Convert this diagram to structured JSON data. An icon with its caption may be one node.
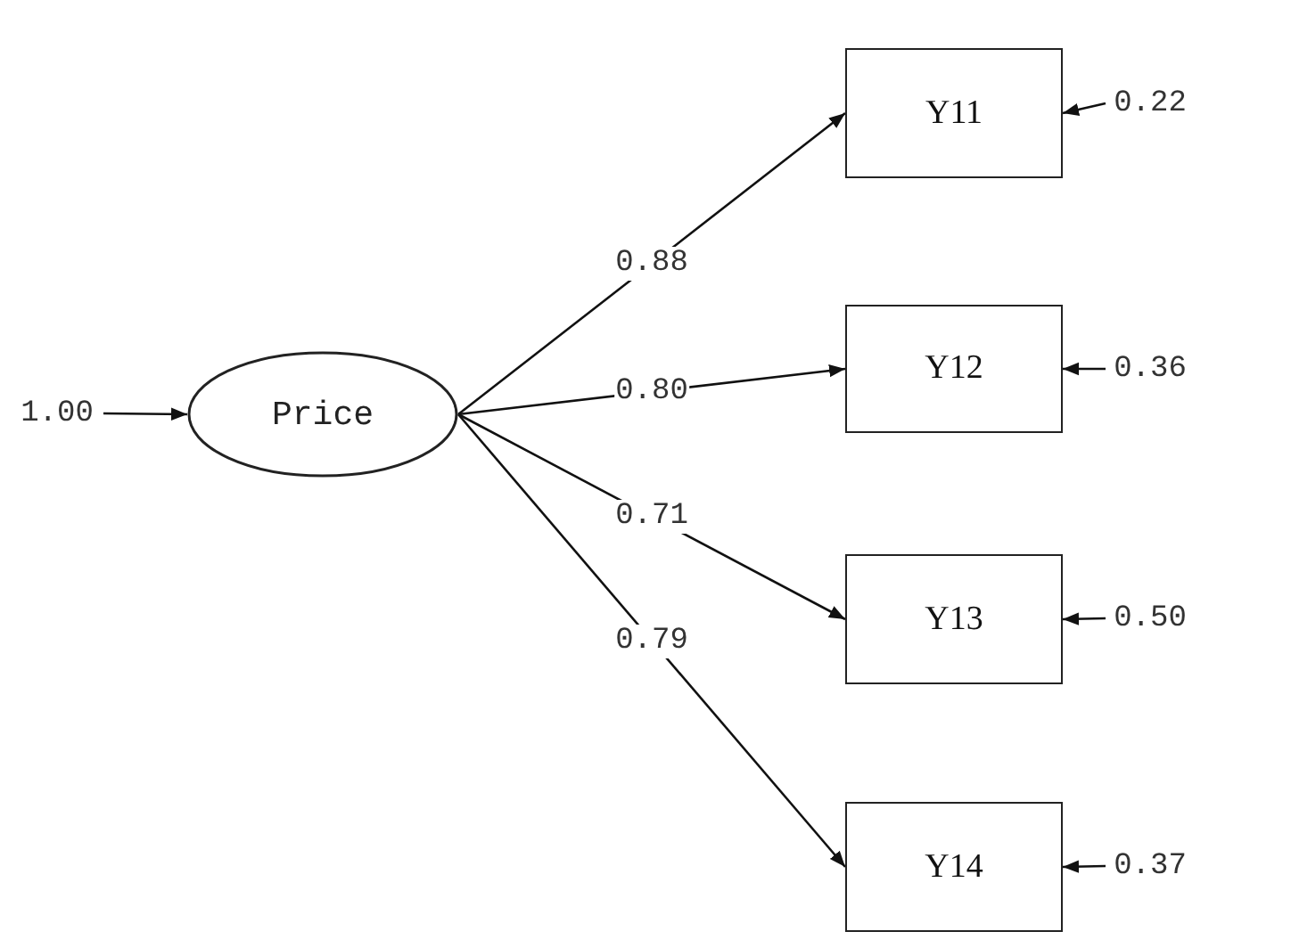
{
  "diagram": {
    "nodes": [
      {
        "text": [
          "Price"
        ]
      },
      {
        "text": [
          "Y11"
        ]
      },
      {
        "text": [
          "Y12"
        ]
      },
      {
        "text": [
          "Y13"
        ]
      },
      {
        "text": [
          "Y14"
        ]
      },
      {
        "text": [
          "1.00"
        ]
      },
      {
        "text": [
          "0.22"
        ]
      },
      {
        "text": [
          "0.36"
        ]
      },
      {
        "text": [
          "0.50"
        ]
      },
      {
        "text": [
          "0.37"
        ]
      }
    ],
    "edges": [
      {
        "from": 0,
        "to": 1,
        "arrow": "to",
        "label": "0.88"
      },
      {
        "from": 0,
        "to": 2,
        "arrow": "to",
        "label": "0.80"
      },
      {
        "from": 0,
        "to": 3,
        "arrow": "to",
        "label": "0.71"
      },
      {
        "from": 0,
        "to": 4,
        "arrow": "to",
        "label": "0.79"
      },
      {
        "from": 5,
        "to": 0,
        "arrow": "to"
      },
      {
        "from": 6,
        "to": 1,
        "arrow": "to"
      },
      {
        "from": 7,
        "to": 2,
        "arrow": "to"
      },
      {
        "from": 8,
        "to": 3,
        "arrow": "to"
      },
      {
        "from": 9,
        "to": 4,
        "arrow": "to"
      }
    ]
  }
}
